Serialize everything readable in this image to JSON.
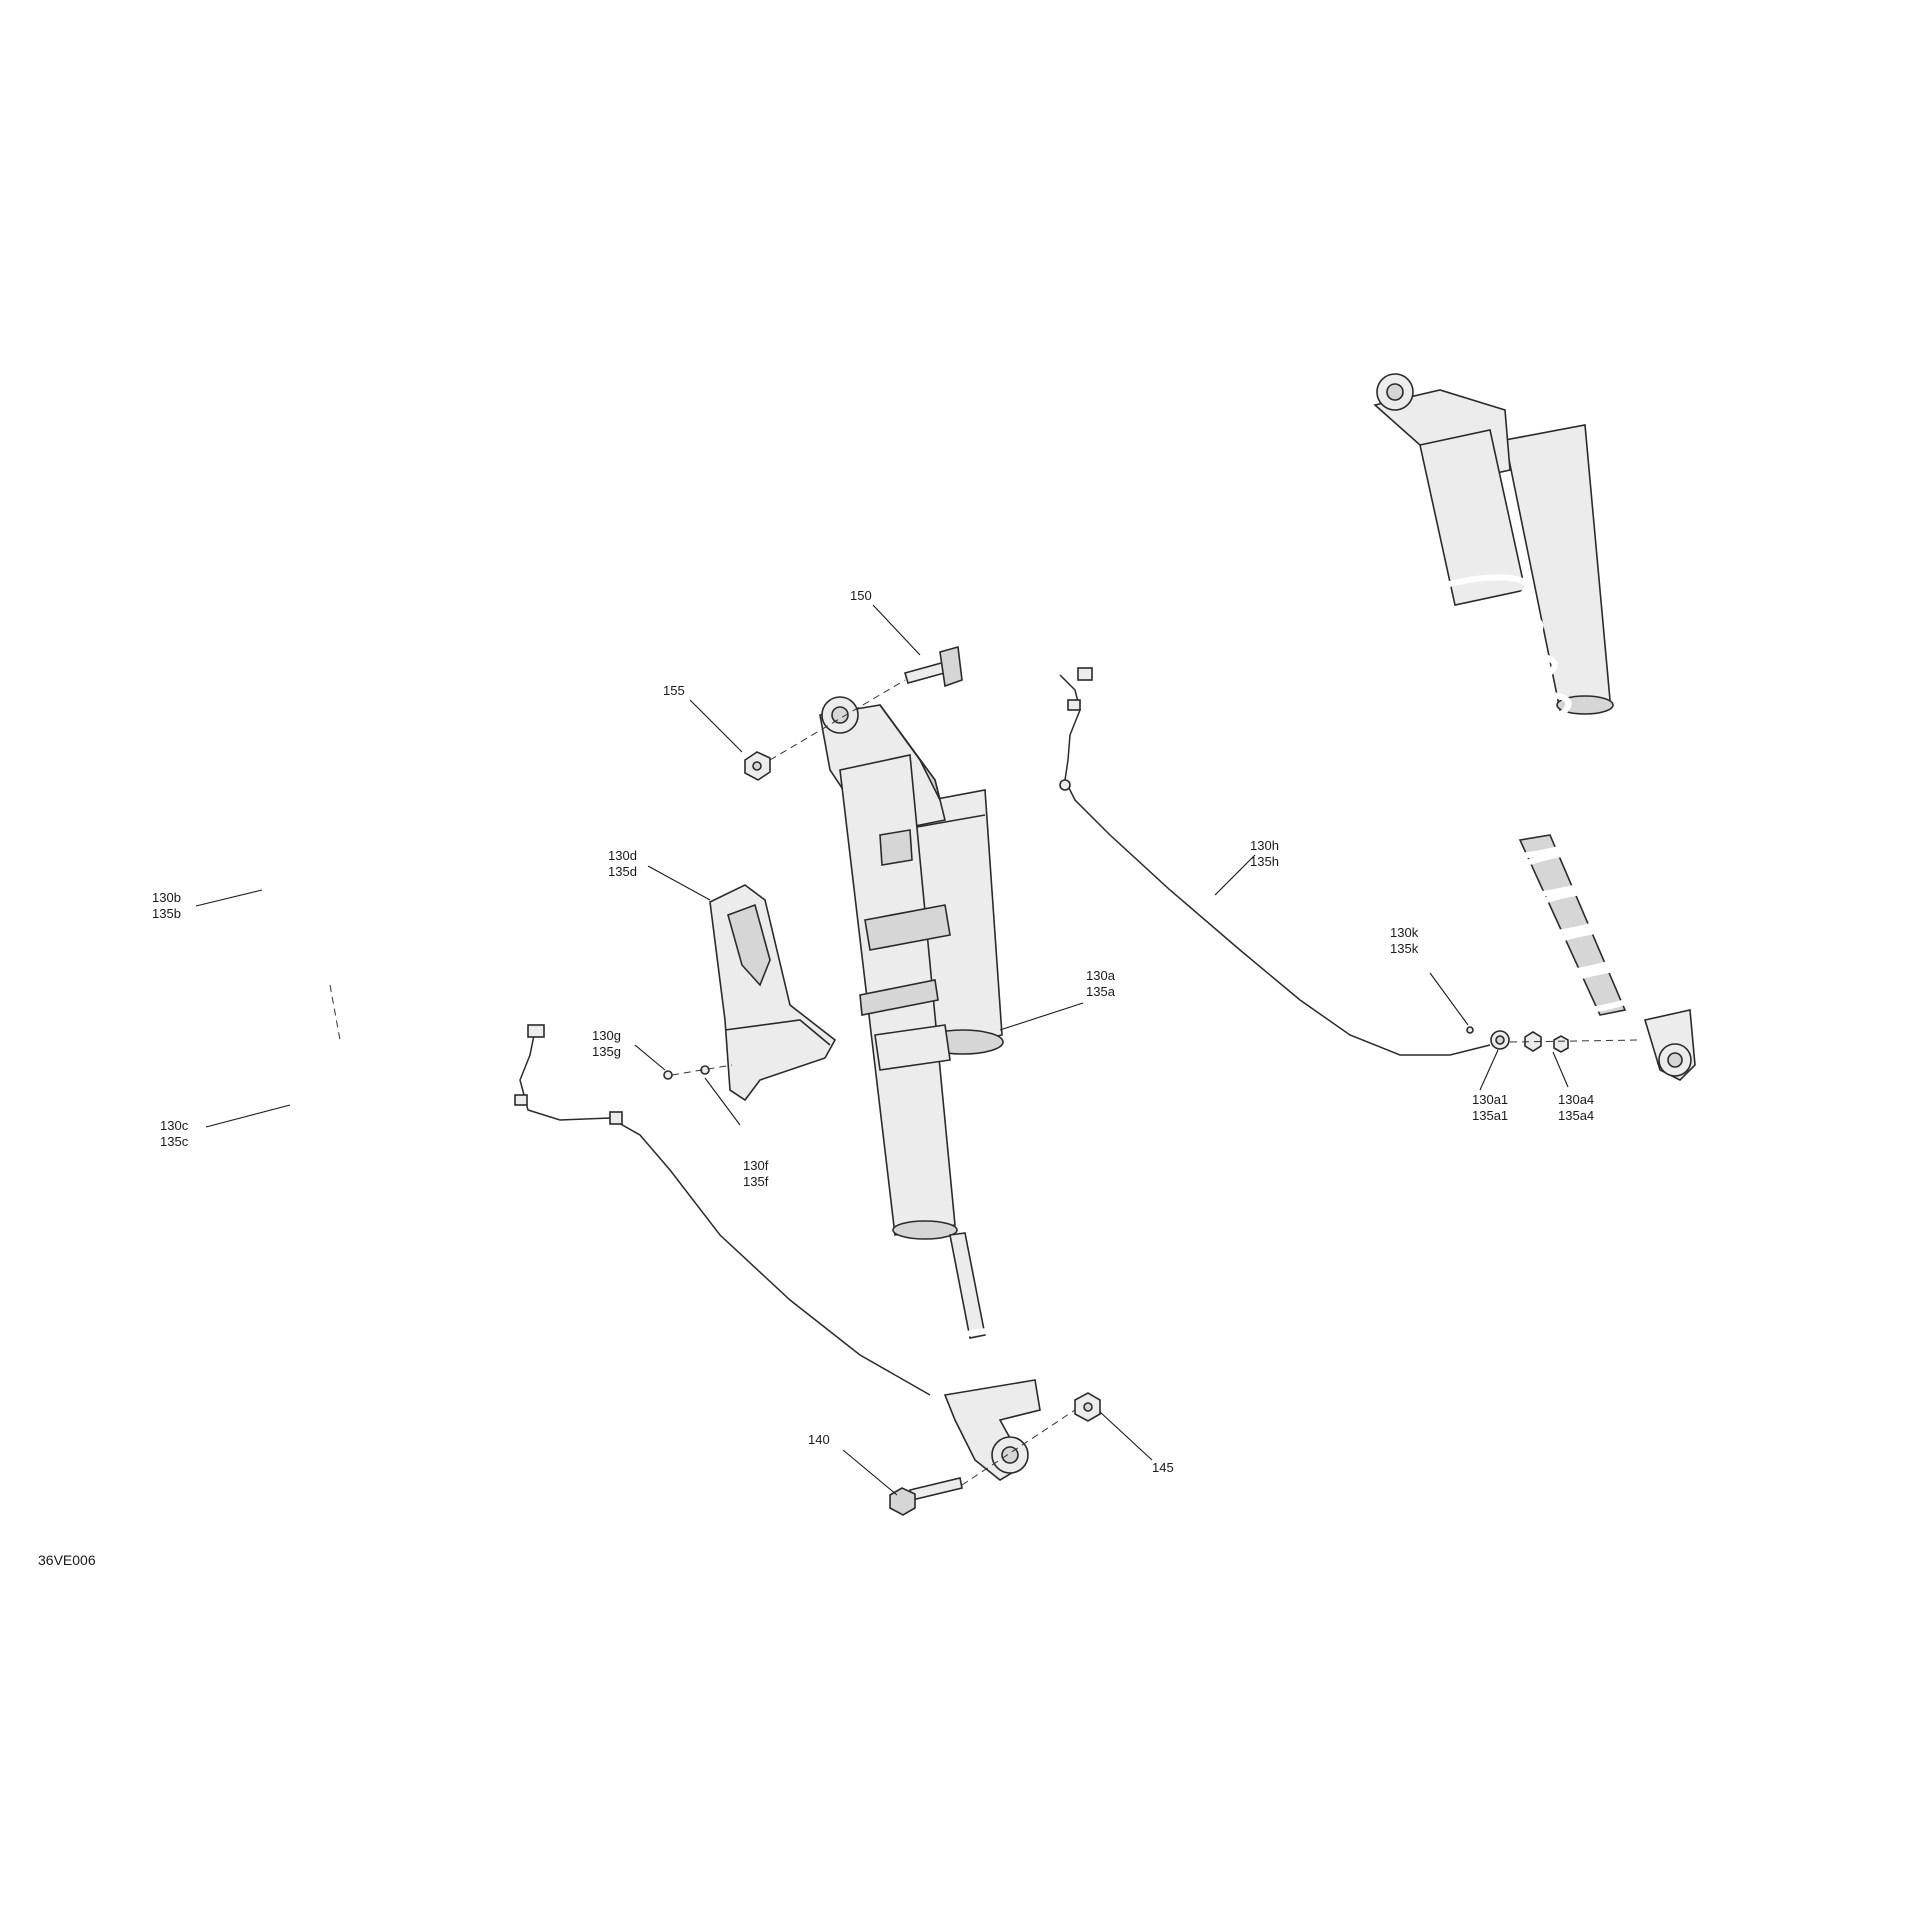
{
  "callouts": {
    "c150": "150",
    "c155": "155",
    "c130d": [
      "130d",
      "135d"
    ],
    "c130b": [
      "130b",
      "135b"
    ],
    "c130c": [
      "130c",
      "135c"
    ],
    "c130g": [
      "130g",
      "135g"
    ],
    "c130f": [
      "130f",
      "135f"
    ],
    "c130a": [
      "130a",
      "135a"
    ],
    "c130h": [
      "130h",
      "135h"
    ],
    "c130k": [
      "130k",
      "135k"
    ],
    "c130a1": [
      "130a1",
      "135a1"
    ],
    "c130a4": [
      "130a4",
      "135a4"
    ],
    "c140": "140",
    "c145": "145"
  },
  "reference": "36VE006"
}
